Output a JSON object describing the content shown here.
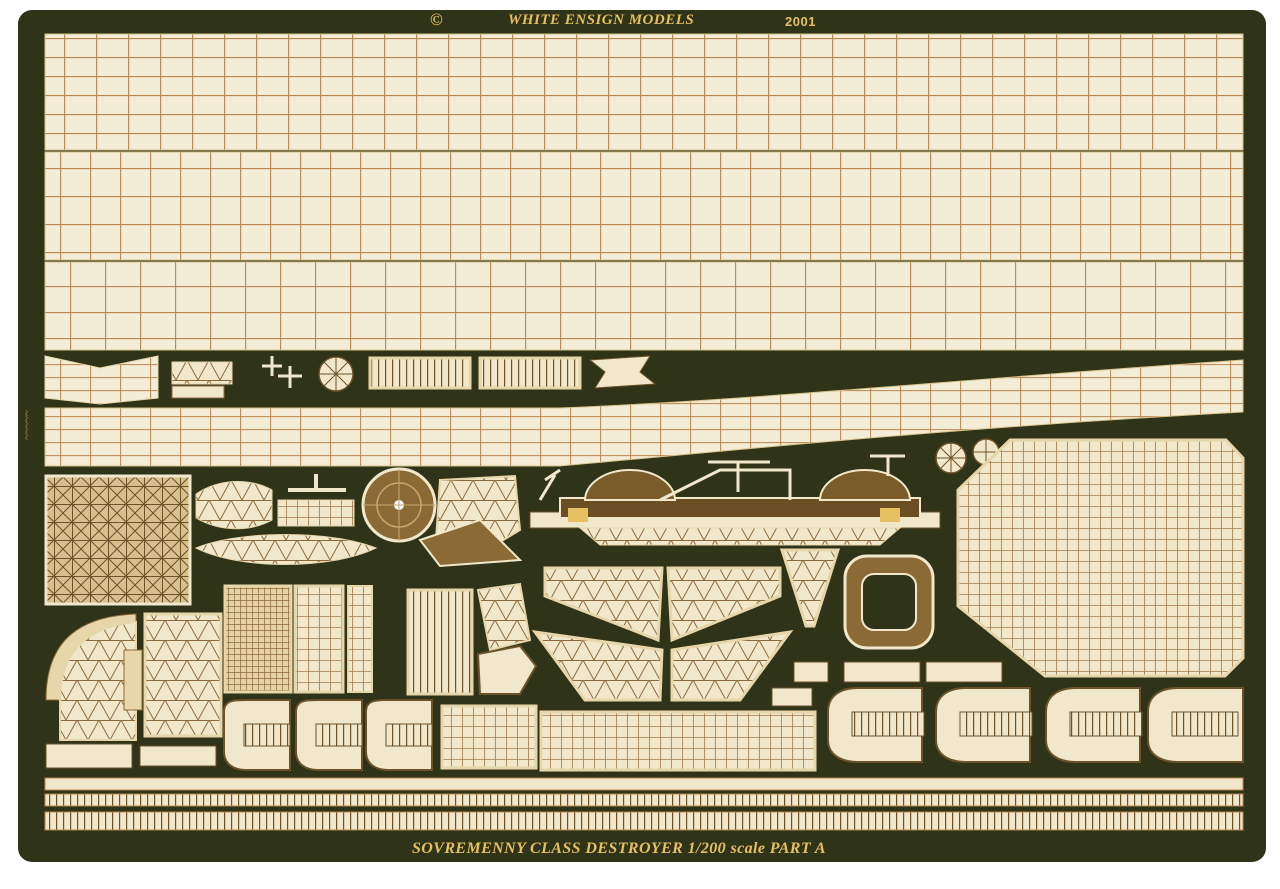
{
  "header": {
    "copyright_symbol": "©",
    "brand": "WHITE ENSIGN MODELS",
    "year": "2001"
  },
  "footer": {
    "caption": "SOVREMENNY  CLASS DESTROYER  1/200 scale PART A"
  },
  "colors": {
    "background": "#ffffff",
    "fret_dark": "#2f3317",
    "brass_light": "#f2ead0",
    "brass_line": "#b9854e",
    "brass_gold": "#e6c060",
    "brass_dark": "#6b5228"
  }
}
